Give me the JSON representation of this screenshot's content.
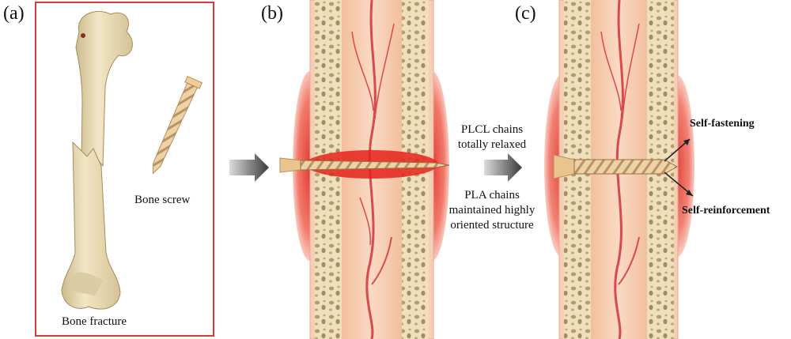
{
  "panels": {
    "a": "(a)",
    "b": "(b)",
    "c": "(c)"
  },
  "panel_a": {
    "bone_screw_label": "Bone screw",
    "bone_fracture_label": "Bone fracture"
  },
  "transition_notes": {
    "plcl_line1": "PLCL chains",
    "plcl_line2": "totally relaxed",
    "pla_line1": "PLA chains",
    "pla_line2": "maintained highly",
    "pla_line3": "oriented structure"
  },
  "panel_c": {
    "self_fastening": "Self-fastening",
    "self_reinforcement": "Self-reinforcement"
  },
  "colors": {
    "frame_red": "#d93a3a",
    "bone_tan": "#e9d8b2",
    "marrow_pink": "#f6cbb0",
    "vessel_red": "#d94a4a",
    "tissue_red": "#e23b2e",
    "screw_gold": "#e8c79a",
    "arrow_gray": "#555555"
  }
}
